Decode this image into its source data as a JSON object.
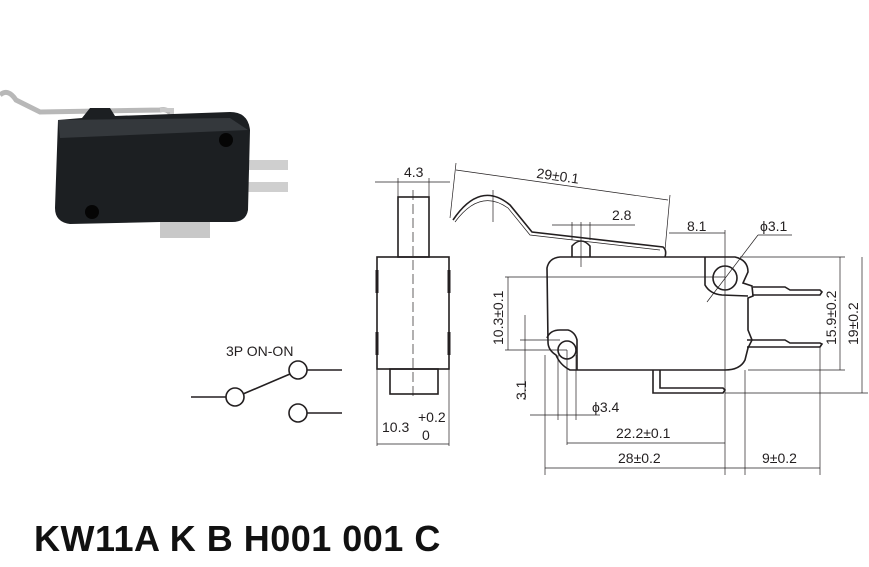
{
  "product_code": "KW11A K B H001 001 C",
  "schematic": {
    "label": "3P  ON-ON"
  },
  "dimensions": {
    "plunger_width": "4.3",
    "body_thickness": "10.3",
    "body_thickness_tol_upper": "+0.2",
    "body_thickness_tol_lower": "0",
    "lever_length": "29±0.1",
    "actuator_width": "2.8",
    "lever_overhang": "8.1",
    "hole_small": "ϕ3.1",
    "hole_large": "ϕ3.4",
    "hole_vertical_spacing": "10.3±0.1",
    "hole_offset": "3.1",
    "body_height": "15.9±0.2",
    "overall_height": "19±0.2",
    "hole_spacing": "22.2±0.1",
    "body_length": "28±0.2",
    "terminal_length": "9±0.2"
  },
  "colors": {
    "line": "#231f20",
    "switch_body": "#1c1f22"
  }
}
